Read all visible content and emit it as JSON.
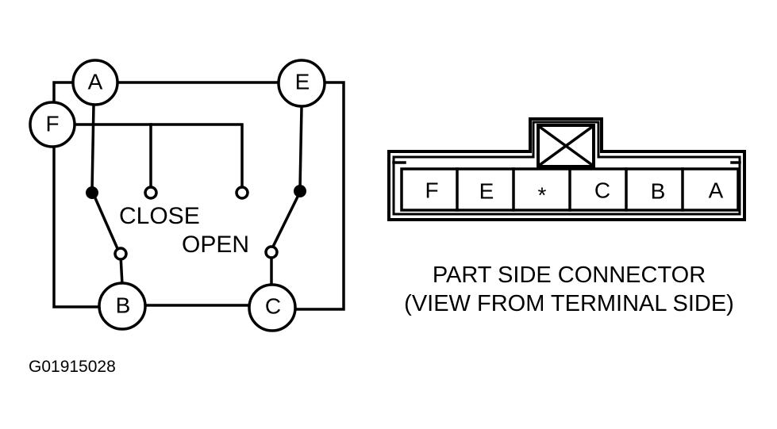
{
  "schematic": {
    "nodes": {
      "a": "A",
      "e": "E",
      "f": "F",
      "b": "B",
      "c": "C"
    },
    "labels": {
      "close": "CLOSE",
      "open": "OPEN"
    }
  },
  "connector": {
    "pins": [
      "F",
      "E",
      "*",
      "C",
      "B",
      "A"
    ],
    "caption_line1": "PART SIDE CONNECTOR",
    "caption_line2": "(VIEW FROM TERMINAL SIDE)"
  },
  "figure_code": "G01915028"
}
